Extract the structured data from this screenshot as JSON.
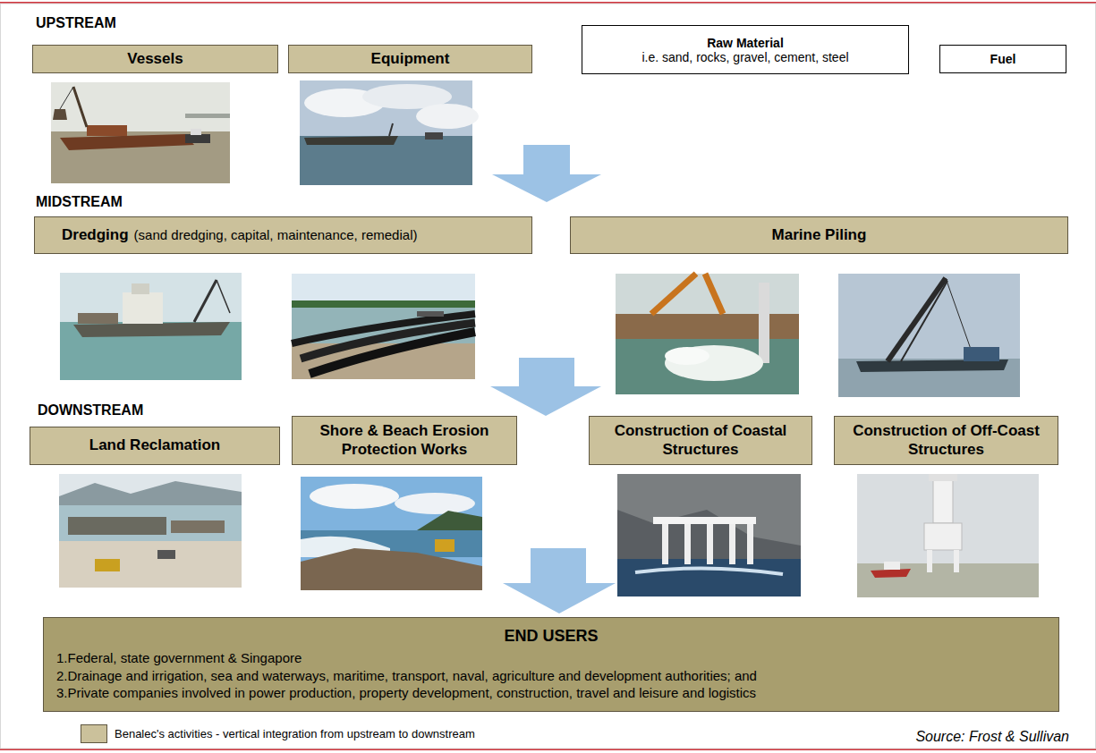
{
  "diagram": {
    "nodes": [
      {
        "text": [
          "Vessels"
        ]
      },
      {
        "text": [
          "Equipment"
        ]
      },
      {
        "text": [
          "Raw Material",
          "i.e. sand, rocks, gravel, cement, steel"
        ]
      },
      {
        "text": [
          "Fuel"
        ]
      },
      {
        "text": [
          "Dredging",
          "(sand dredging, capital, maintenance, remedial)"
        ]
      },
      {
        "text": [
          "Marine Piling"
        ]
      },
      {
        "text": [
          "Land Reclamation"
        ]
      },
      {
        "text": [
          "Shore & Beach Erosion Protection Works"
        ]
      },
      {
        "text": [
          "Construction of Coastal Structures"
        ]
      },
      {
        "text": [
          "Construction of Off-Coast Structures"
        ]
      },
      {
        "text": [
          "END USERS",
          "1.Federal, state government & Singapore",
          "2.Drainage and irrigation, sea and waterways, maritime, transport, naval, agriculture and development authorities; and",
          "3.Private companies involved in power production, property development, construction, travel and leisure and logistics"
        ]
      }
    ],
    "labels": [
      "UPSTREAM",
      "MIDSTREAM",
      "DOWNSTREAM",
      "Source: Frost & Sullivan"
    ],
    "legend": [
      {
        "text": "Benalec's activities - vertical integration from upstream to downstream",
        "color": "#cbc19b"
      }
    ]
  }
}
